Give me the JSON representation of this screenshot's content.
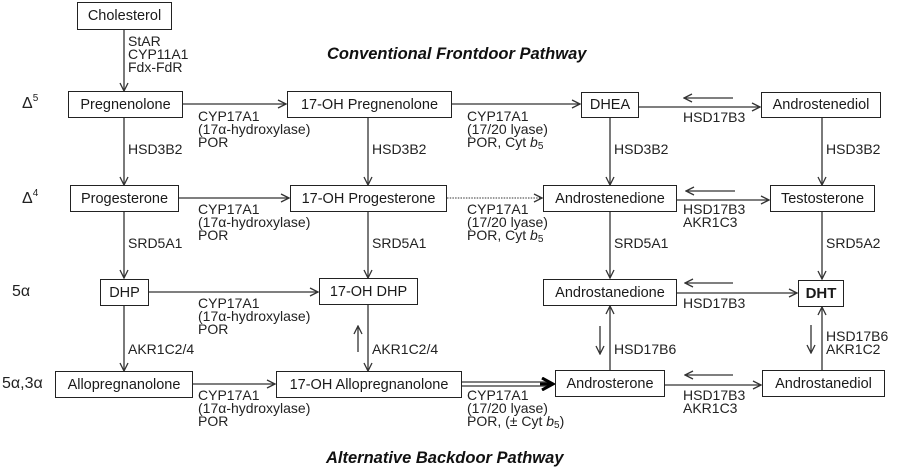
{
  "titles": {
    "frontdoor": "Conventional Frontdoor Pathway",
    "backdoor": "Alternative Backdoor Pathway"
  },
  "row_labels": {
    "delta5": {
      "base": "Δ",
      "sup": "5"
    },
    "delta4": {
      "base": "Δ",
      "sup": "4"
    },
    "five_alpha": "5α",
    "five_alpha_three_alpha": "5α,3α"
  },
  "nodes": {
    "cholesterol": "Cholesterol",
    "pregnenolone": "Pregnenolone",
    "oh17_pregnenolone": "17-OH Pregnenolone",
    "dhea": "DHEA",
    "androstenediol": "Androstenediol",
    "progesterone": "Progesterone",
    "oh17_progesterone": "17-OH Progesterone",
    "androstenedione": "Androstenedione",
    "testosterone": "Testosterone",
    "dhp": "DHP",
    "oh17_dhp": "17-OH DHP",
    "androstanedione": "Androstanedione",
    "dht": "DHT",
    "allopregnanolone": "Allopregnanolone",
    "oh17_allopregnanolone": "17-OH Allopregnanolone",
    "androsterone": "Androsterone",
    "androstanediol": "Androstanediol"
  },
  "enzymes": {
    "chol_preg": [
      "StAR",
      "CYP11A1",
      "Fdx-FdR"
    ],
    "hydroxylase": [
      "CYP17A1",
      "(17α-hydroxylase)",
      "POR"
    ],
    "lyase": [
      "CYP17A1",
      "(17/20 lyase)",
      "POR, Cyt "
    ],
    "lyase_b5": "b",
    "lyase_b5_sub": "5",
    "lyase_backdoor": [
      "CYP17A1",
      "(17/20 lyase)",
      "POR, (± Cyt "
    ],
    "lyase_backdoor_close": ")",
    "hsd3b2": "HSD3B2",
    "srd5a1": "SRD5A1",
    "srd5a2": "SRD5A2",
    "akr1c2_4": "AKR1C2/4",
    "hsd17b3": "HSD17B3",
    "akr1c3": "AKR1C3",
    "hsd17b6": "HSD17B6",
    "akr1c2": "AKR1C2"
  }
}
